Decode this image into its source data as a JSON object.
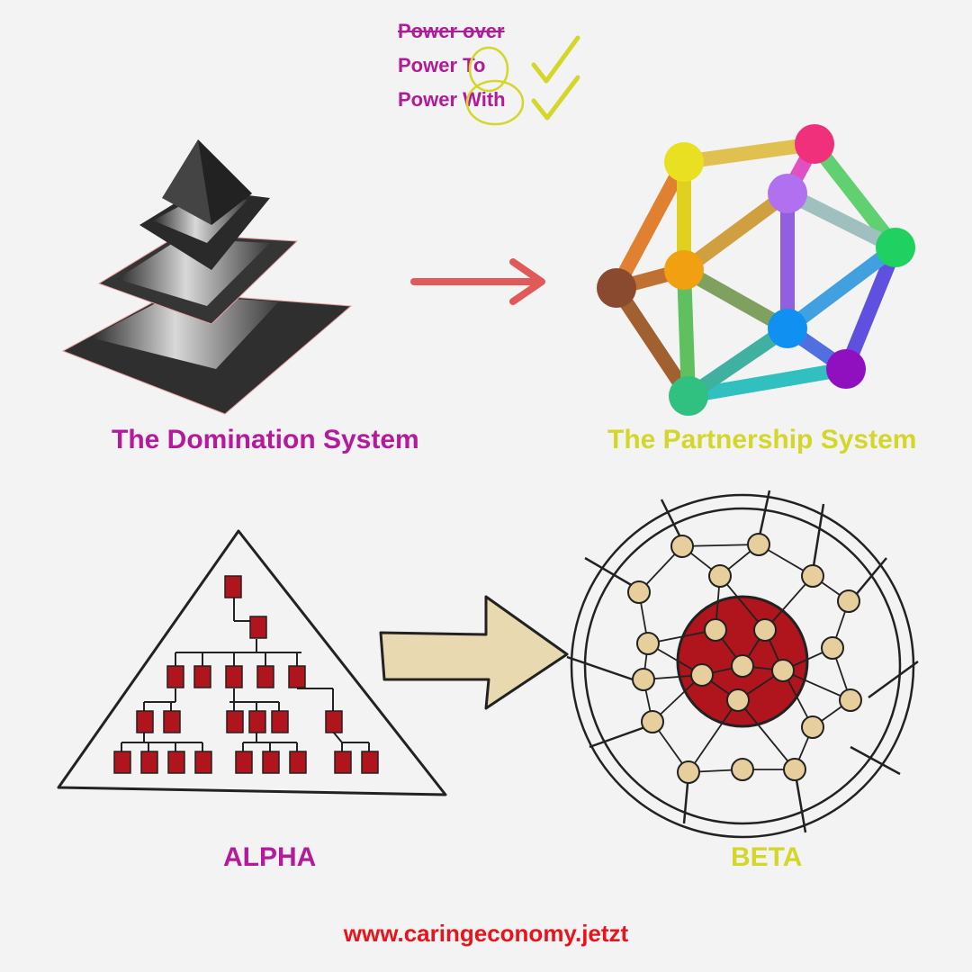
{
  "powers": {
    "line1": "Power over",
    "line2": "Power To",
    "line3": "Power With"
  },
  "labels": {
    "domination": "The Domination System",
    "partnership": "The Partnership System",
    "alpha": "ALPHA",
    "beta": "BETA"
  },
  "footer": "www.caringeconomy.jetzt",
  "colors": {
    "magenta": "#b5199c",
    "yellow": "#d4d62a",
    "arrow_red": "#e05a5a",
    "footer_red": "#e8141c",
    "hierarchy_red": "#b0141c",
    "arrow_tan": "#e8d9b0",
    "node_tan": "#e6cf9c"
  }
}
